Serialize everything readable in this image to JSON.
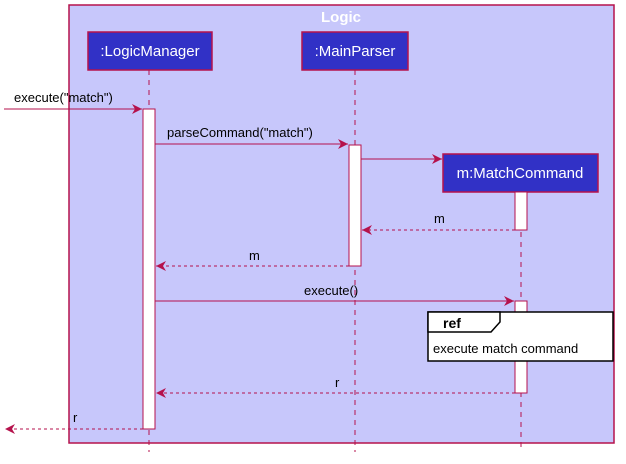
{
  "frame": {
    "title": "Logic"
  },
  "participants": [
    {
      "id": "logic-manager",
      "label": ":LogicManager"
    },
    {
      "id": "main-parser",
      "label": ":MainParser"
    },
    {
      "id": "match-command",
      "label": "m:MatchCommand"
    }
  ],
  "messages": [
    {
      "id": "execute-match",
      "label": "execute(\"match\")"
    },
    {
      "id": "parse-command",
      "label": "parseCommand(\"match\")"
    },
    {
      "id": "create-match-command",
      "label": ""
    },
    {
      "id": "return-m-from-command",
      "label": "m"
    },
    {
      "id": "return-m-from-parser",
      "label": "m"
    },
    {
      "id": "execute-call",
      "label": "execute()"
    },
    {
      "id": "return-r-from-command",
      "label": "r"
    },
    {
      "id": "return-r-from-manager",
      "label": "r"
    }
  ],
  "ref": {
    "tag": "ref",
    "text": "execute match command"
  },
  "colors": {
    "frame_fill": "#c7c7fb",
    "frame_border": "#b5124c",
    "participant_fill": "#3131c6",
    "line": "#b5124c",
    "activation_fill": "#ffffff"
  }
}
